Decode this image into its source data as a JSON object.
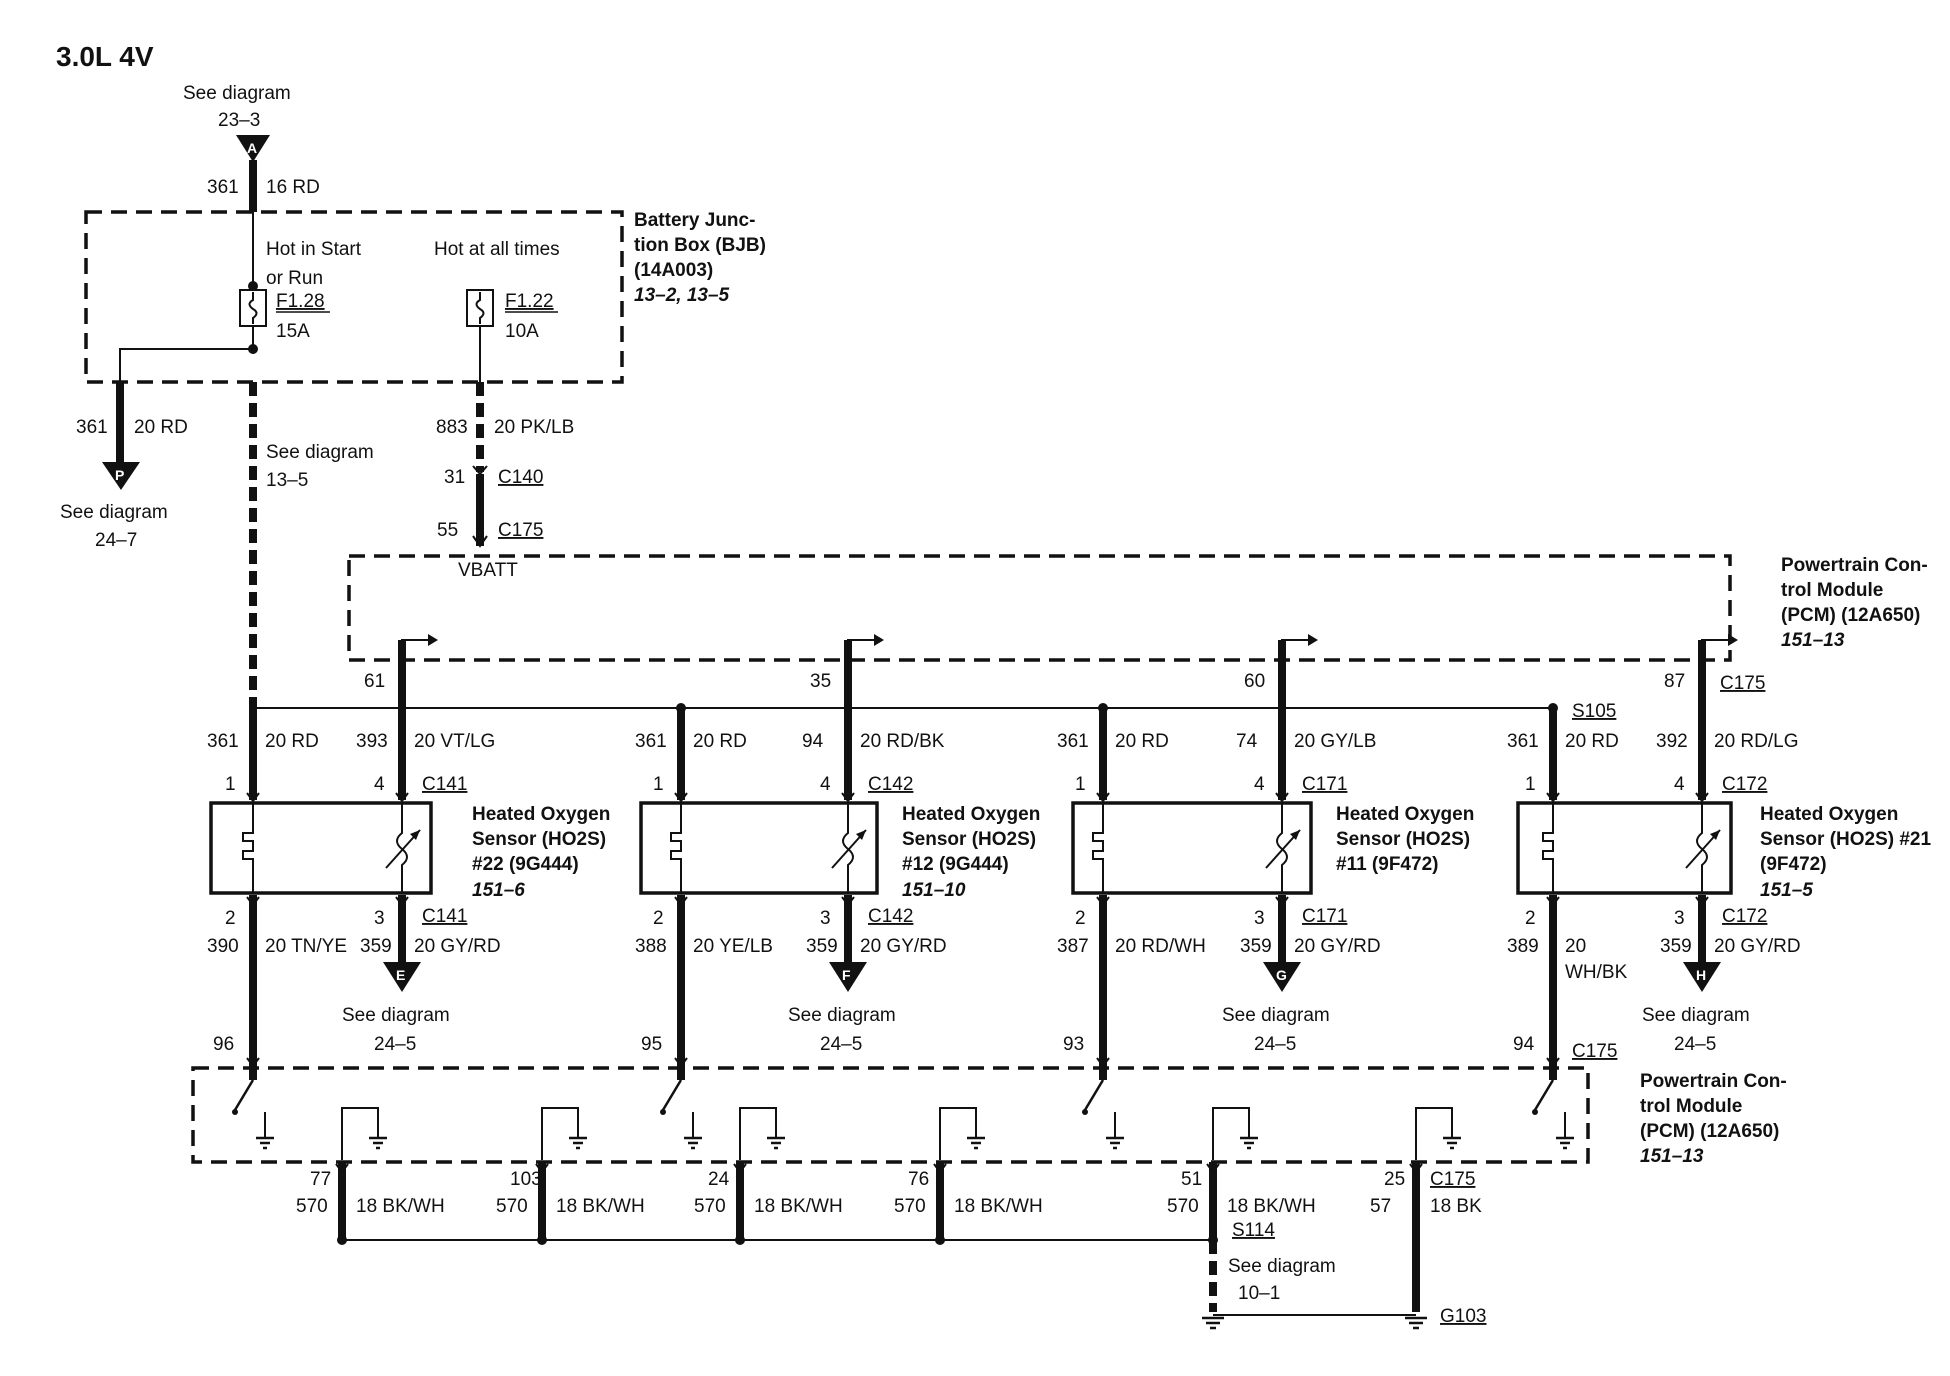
{
  "title": "3.0L 4V",
  "top_connector": {
    "letter": "A",
    "see": "See diagram",
    "ref": "23–3"
  },
  "feed": {
    "circuit": "361",
    "wire": "16 RD"
  },
  "bjb": {
    "label1": "Battery Junc-",
    "label2": "tion Box (BJB)",
    "label3": "(14A003)",
    "ref": "13–2, 13–5",
    "hot_start_1": "Hot in Start",
    "hot_start_2": "or Run",
    "hot_always": "Hot at all times",
    "fuse1_id": "F1.28",
    "fuse1_amp": "15A",
    "fuse2_id": "F1.22",
    "fuse2_amp": "10A"
  },
  "left_branch": {
    "circuit": "361",
    "wire": "20 RD",
    "letter": "P",
    "see": "See diagram",
    "ref": "24–7"
  },
  "mid_ref": {
    "see": "See diagram",
    "ref": "13–5"
  },
  "vbatt_feed": {
    "circuit": "883",
    "wire": "20 PK/LB",
    "pin1": "31",
    "conn1": "C140",
    "pin2": "55",
    "conn2": "C175",
    "label": "VBATT"
  },
  "pcm_top": {
    "l1": "Powertrain Con-",
    "l2": "trol Module",
    "l3": "(PCM) (12A650)",
    "ref": "151–13"
  },
  "pcm_bottom": {
    "l1": "Powertrain Con-",
    "l2": "trol Module",
    "l3": "(PCM) (12A650)",
    "ref": "151–13"
  },
  "splice_top": "S105",
  "sensors": [
    {
      "pcm_pin": "61",
      "pcm_conn": "",
      "pwr_circ": "361",
      "pwr_wire": "20 RD",
      "sig_circ": "393",
      "sig_wire": "20 VT/LG",
      "pin_a": "1",
      "pin_b": "4",
      "conn_top": "C141",
      "name1": "Heated Oxygen",
      "name2": "Sensor (HO2S)",
      "name3": "#22 (9G444)",
      "ref": "151–6",
      "pin_c": "2",
      "pin_d": "3",
      "conn_bot": "C141",
      "ht_circ": "390",
      "ht_wire": "20 TN/YE",
      "gnd_circ": "359",
      "gnd_wire": "20 GY/RD",
      "letter": "E",
      "see": "See diagram",
      "see_ref": "24–5",
      "pcm_pin2": "96"
    },
    {
      "pcm_pin": "35",
      "pcm_conn": "",
      "pwr_circ": "361",
      "pwr_wire": "20 RD",
      "sig_circ": "94",
      "sig_wire": "20 RD/BK",
      "pin_a": "1",
      "pin_b": "4",
      "conn_top": "C142",
      "name1": "Heated Oxygen",
      "name2": "Sensor (HO2S)",
      "name3": "#12 (9G444)",
      "ref": "151–10",
      "pin_c": "2",
      "pin_d": "3",
      "conn_bot": "C142",
      "ht_circ": "388",
      "ht_wire": "20 YE/LB",
      "gnd_circ": "359",
      "gnd_wire": "20 GY/RD",
      "letter": "F",
      "see": "See diagram",
      "see_ref": "24–5",
      "pcm_pin2": "95"
    },
    {
      "pcm_pin": "60",
      "pcm_conn": "",
      "pwr_circ": "361",
      "pwr_wire": "20 RD",
      "sig_circ": "74",
      "sig_wire": "20 GY/LB",
      "pin_a": "1",
      "pin_b": "4",
      "conn_top": "C171",
      "name1": "Heated Oxygen",
      "name2": "Sensor (HO2S)",
      "name3": "#11 (9F472)",
      "ref": "",
      "pin_c": "2",
      "pin_d": "3",
      "conn_bot": "C171",
      "ht_circ": "387",
      "ht_wire": "20 RD/WH",
      "gnd_circ": "359",
      "gnd_wire": "20 GY/RD",
      "letter": "G",
      "see": "See diagram",
      "see_ref": "24–5",
      "pcm_pin2": "93"
    },
    {
      "pcm_pin": "87",
      "pcm_conn": "C175",
      "pwr_circ": "361",
      "pwr_wire": "20 RD",
      "sig_circ": "392",
      "sig_wire": "20 RD/LG",
      "pin_a": "1",
      "pin_b": "4",
      "conn_top": "C172",
      "name1": "Heated Oxygen",
      "name2": "Sensor (HO2S) #21",
      "name3": "(9F472)",
      "ref": "151–5",
      "pin_c": "2",
      "pin_d": "3",
      "conn_bot": "C172",
      "ht_circ": "389",
      "ht_wire": "20",
      "ht_wire2": "WH/BK",
      "gnd_circ": "359",
      "gnd_wire": "20 GY/RD",
      "letter": "H",
      "see": "See diagram",
      "see_ref": "24–5",
      "pcm_pin2": "94"
    }
  ],
  "pcm_bottom_conn": "C175",
  "grounds": [
    {
      "pin": "77",
      "circ": "570",
      "wire": "18 BK/WH"
    },
    {
      "pin": "103",
      "circ": "570",
      "wire": "18 BK/WH"
    },
    {
      "pin": "24",
      "circ": "570",
      "wire": "18 BK/WH"
    },
    {
      "pin": "76",
      "circ": "570",
      "wire": "18 BK/WH"
    },
    {
      "pin": "51",
      "circ": "570",
      "wire": "18 BK/WH"
    },
    {
      "pin": "25",
      "circ": "57",
      "wire": "18 BK",
      "conn": "C175"
    }
  ],
  "splice_bottom": "S114",
  "ground_ref": {
    "see": "See diagram",
    "ref": "10–1"
  },
  "ground_point": "G103"
}
